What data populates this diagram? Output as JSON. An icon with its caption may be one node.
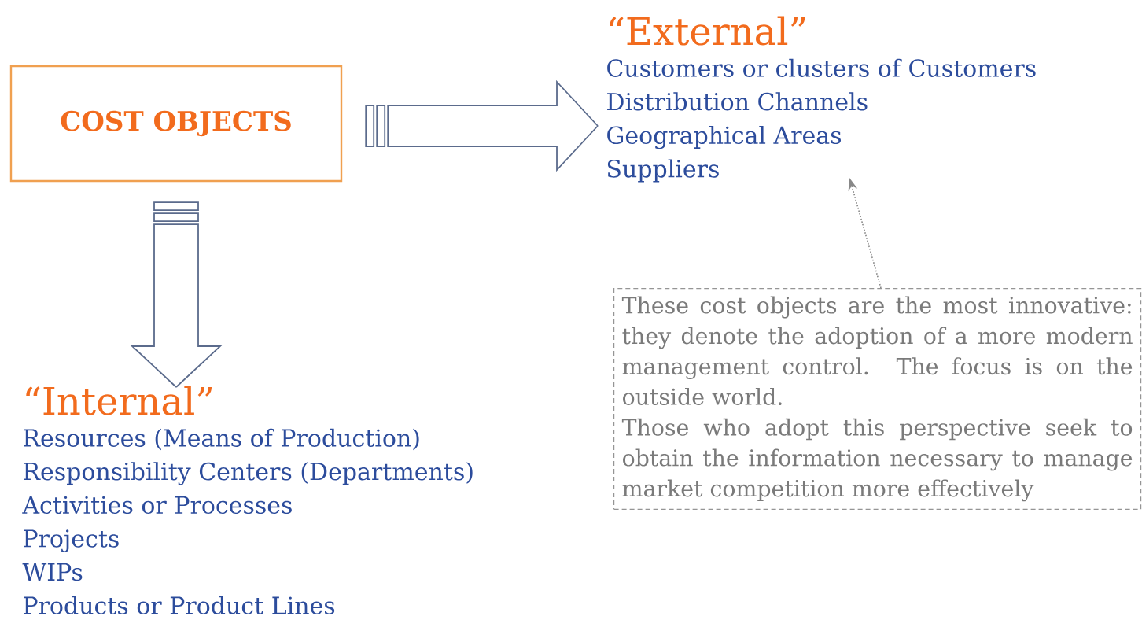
{
  "diagram": {
    "nodes": [
      {
        "text": [
          "COST OBJECTS"
        ]
      },
      {
        "text": [
          "“External”",
          "Customers or clusters of Customers",
          "Distribution Channels",
          "Geographical Areas",
          "Suppliers"
        ]
      },
      {
        "text": [
          "“Internal”",
          "Resources (Means of Production)",
          "Responsibility Centers (Departments)",
          "Activities or Processes",
          "Projects",
          "WIPs",
          "Products or Product Lines"
        ]
      },
      {
        "text": [
          "These cost objects are the most innovative: they denote the adoption of a more modern management control. The focus is on the outside world.",
          "Those who adopt this perspective seek to obtain the information necessary to manage market competition more effectively"
        ]
      }
    ],
    "edges": [
      {
        "from": 0,
        "to": 1,
        "arrow": "to"
      },
      {
        "from": 0,
        "to": 2,
        "arrow": "to"
      },
      {
        "from": 3,
        "to": 1,
        "arrow": "to",
        "style": "dashed",
        "color": "#888888"
      }
    ]
  }
}
